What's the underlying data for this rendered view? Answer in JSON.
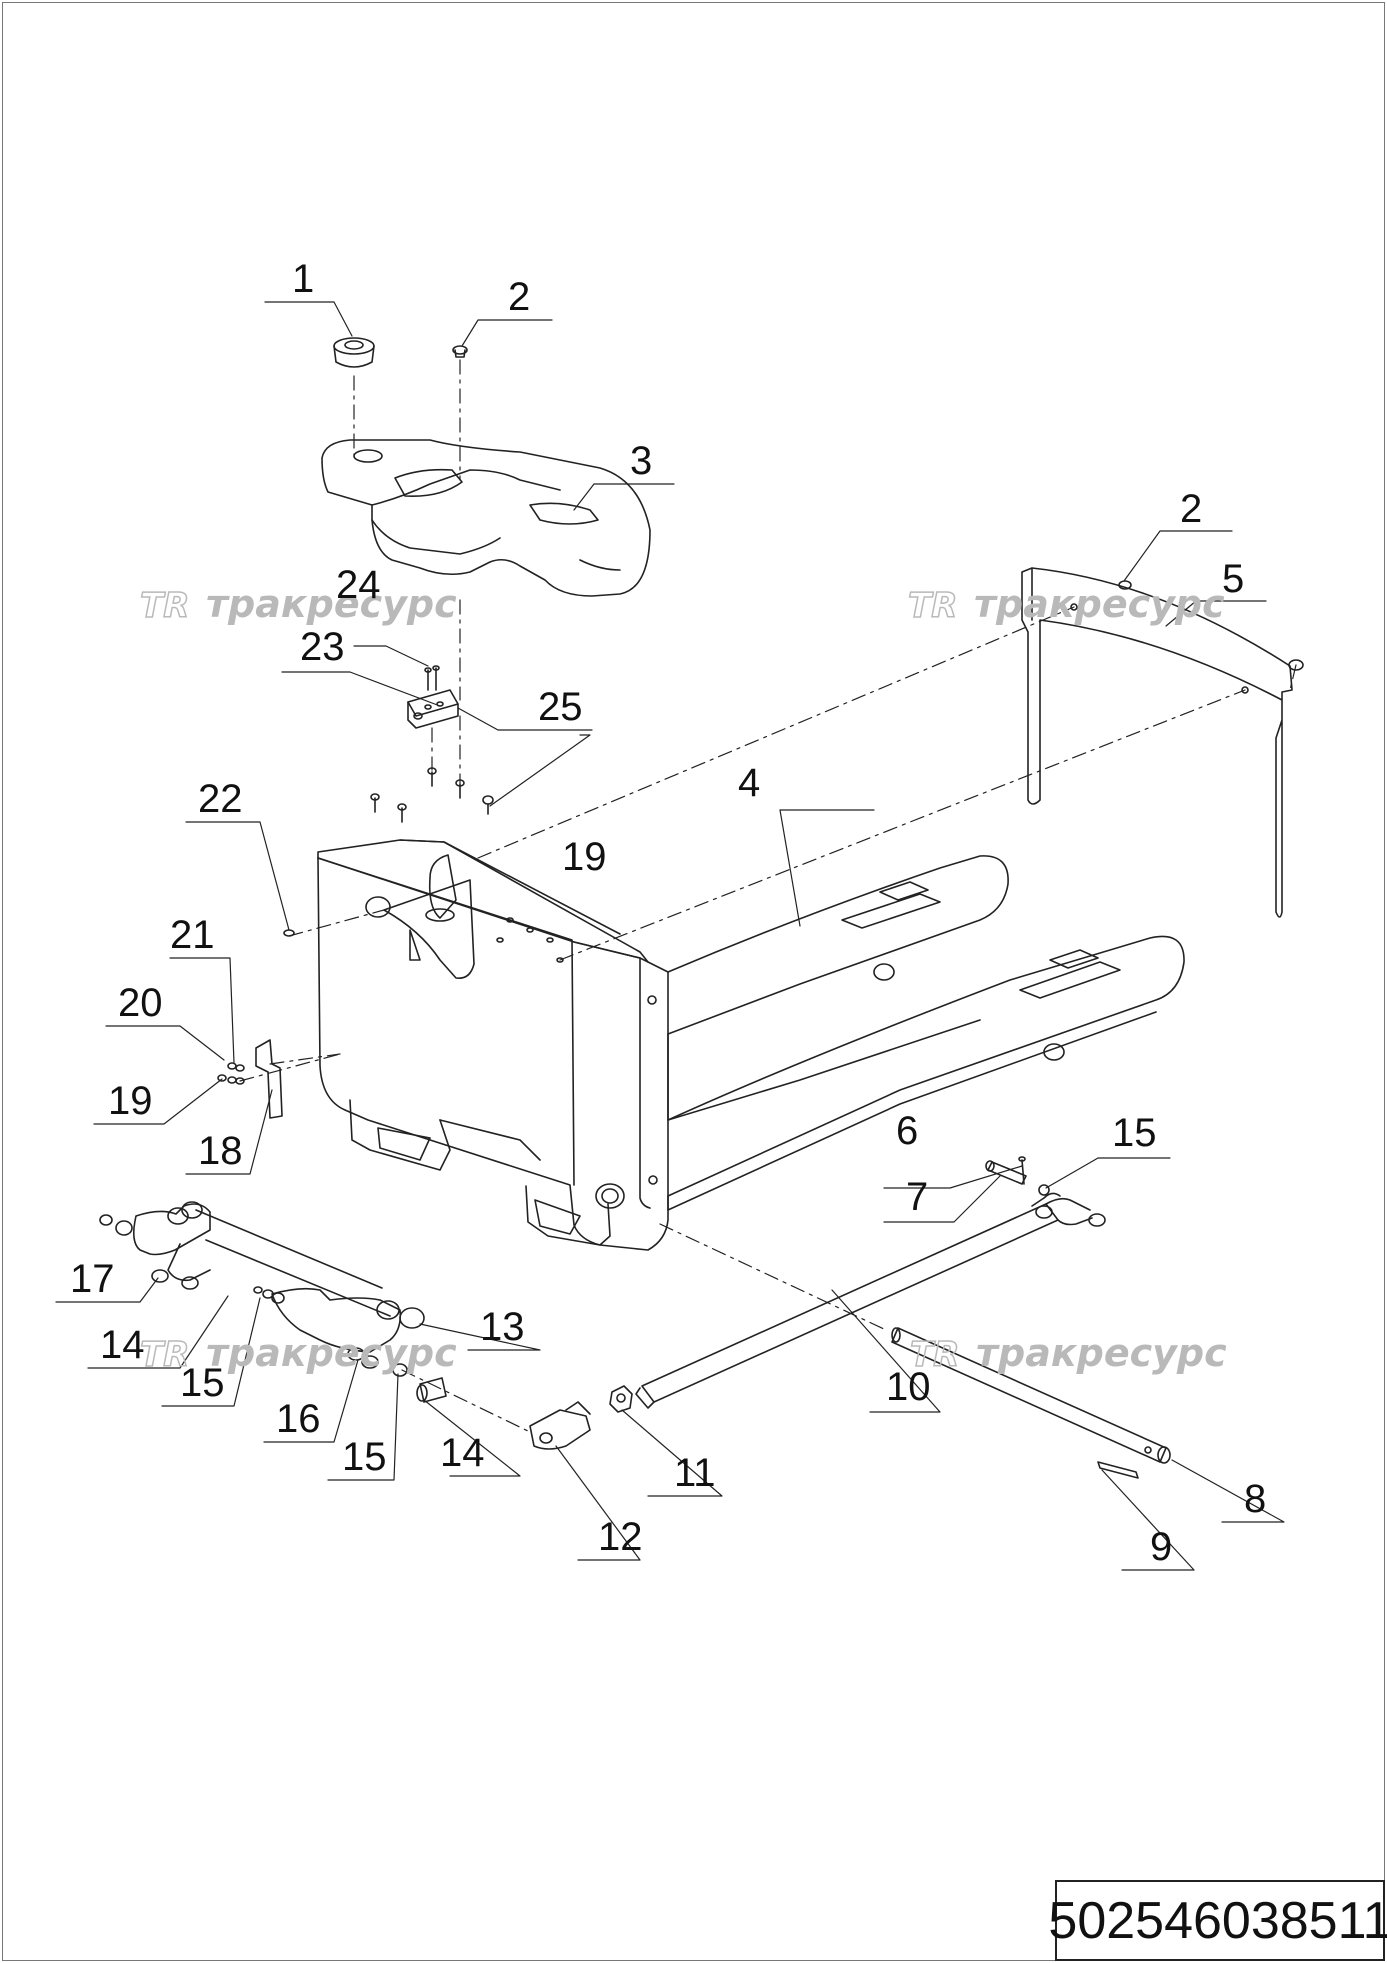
{
  "callouts": {
    "c1": "1",
    "c2a": "2",
    "c2b": "2",
    "c3": "3",
    "c4": "4",
    "c5": "5",
    "c6": "6",
    "c7": "7",
    "c8": "8",
    "c9": "9",
    "c10": "10",
    "c11": "11",
    "c12": "12",
    "c13": "13",
    "c14a": "14",
    "c14b": "14",
    "c15a": "15",
    "c15b": "15",
    "c15c": "15",
    "c16": "16",
    "c17": "17",
    "c18": "18",
    "c19a": "19",
    "c19b": "19",
    "c20": "20",
    "c21": "21",
    "c22": "22",
    "c23": "23",
    "c24": "24",
    "c25": "25"
  },
  "watermark": {
    "logo": "TR",
    "text": "тракресурс",
    "color": "#b9b9b9"
  },
  "drawing_code": "502546038511",
  "line_color": "#222222"
}
